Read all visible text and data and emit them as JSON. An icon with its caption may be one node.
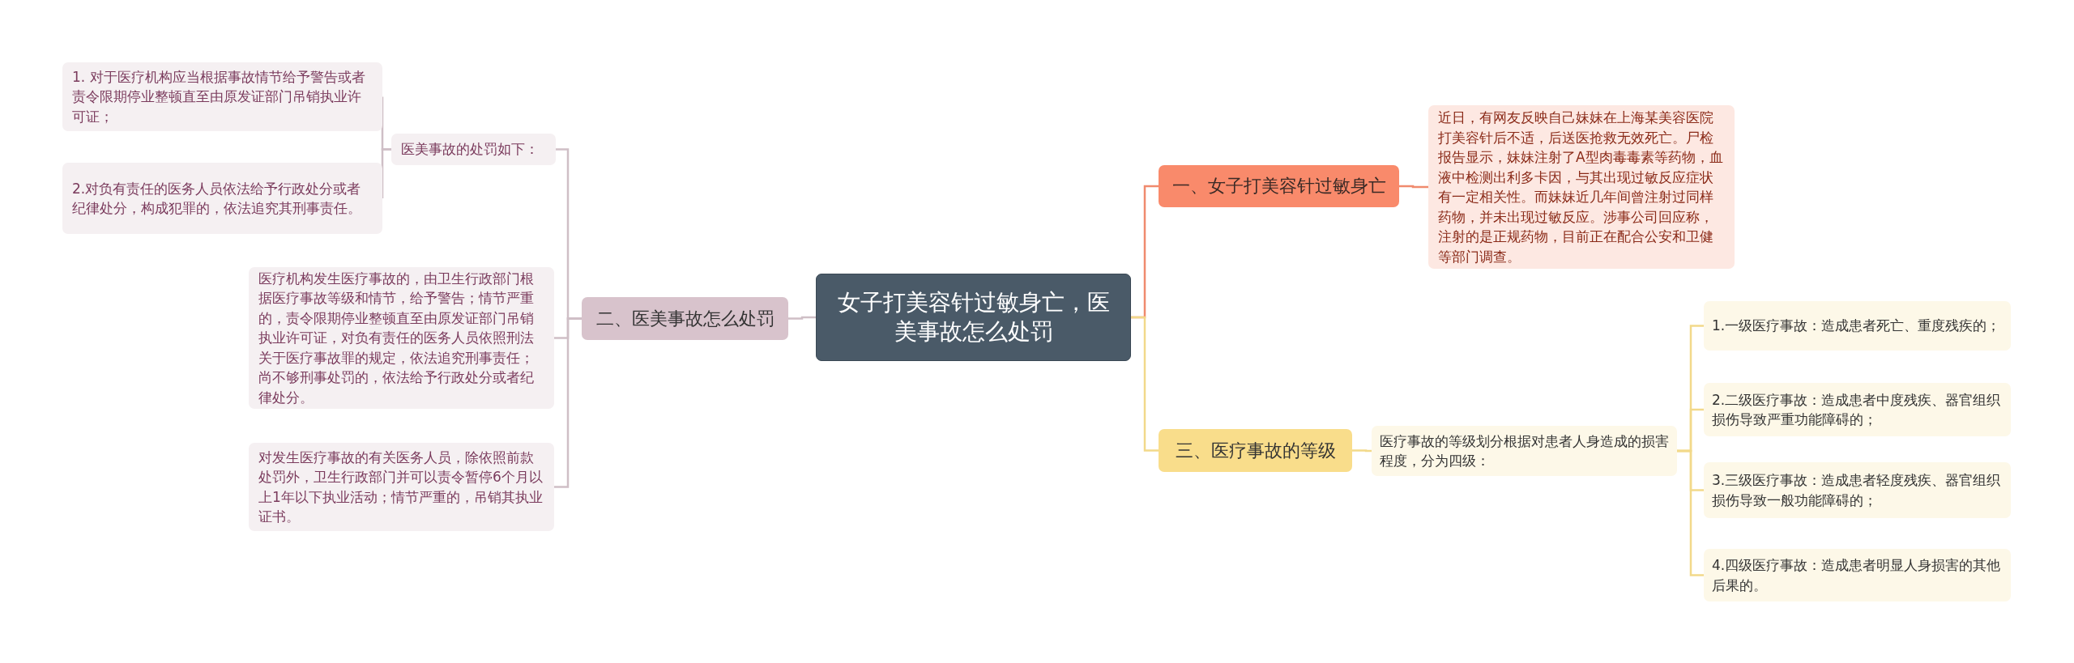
{
  "diagram": {
    "nodes": [
      {
        "text": [
          "女子打美容针过敏身亡，医美事故怎么处罚"
        ]
      },
      {
        "text": [
          "一、女子打美容针过敏身亡"
        ]
      },
      {
        "text": [
          "近日，有网友反映自己妹妹在上海某美容医院打美容针后不适，后送医抢救无效死亡。尸检报告显示，妹妹注射了A型肉毒毒素等药物，血液中检测出利多卡因，与其出现过敏反应症状有一定相关性。而妹妹近几年间曾注射过同样药物，并未出现过敏反应。涉事公司回应称，注射的是正规药物，目前正在配合公安和卫健等部门调查。"
        ]
      },
      {
        "text": [
          "二、医美事故怎么处罚"
        ]
      },
      {
        "text": [
          "医美事故的处罚如下："
        ]
      },
      {
        "text": [
          "1. 对于医疗机构应当根据事故情节给予警告或者责令限期停业整顿直至由原发证部门吊销执业许可证；"
        ]
      },
      {
        "text": [
          "2.对负有责任的医务人员依法给予行政处分或者纪律处分，构成犯罪的，依法追究其刑事责任。"
        ]
      },
      {
        "text": [
          "医疗机构发生医疗事故的，由卫生行政部门根据医疗事故等级和情节，给予警告；情节严重的，责令限期停业整顿直至由原发证部门吊销执业许可证，对负有责任的医务人员依照刑法关于医疗事故罪的规定，依法追究刑事责任；尚不够刑事处罚的，依法给予行政处分或者纪律处分。"
        ]
      },
      {
        "text": [
          "对发生医疗事故的有关医务人员，除依照前款处罚外，卫生行政部门并可以责令暂停6个月以上1年以下执业活动；情节严重的，吊销其执业证书。"
        ]
      },
      {
        "text": [
          "三、医疗事故的等级"
        ]
      },
      {
        "text": [
          "医疗事故的等级划分根据对患者人身造成的损害程度，分为四级："
        ]
      },
      {
        "text": [
          "1.一级医疗事故：造成患者死亡、重度残疾的；"
        ]
      },
      {
        "text": [
          "2.二级医疗事故：造成患者中度残疾、器官组织损伤导致严重功能障碍的；"
        ]
      },
      {
        "text": [
          "3.三级医疗事故：造成患者轻度残疾、器官组织损伤导致一般功能障碍的；"
        ]
      },
      {
        "text": [
          "4.四级医疗事故：造成患者明显人身损害的其他后果的。"
        ]
      }
    ],
    "edges": [
      {
        "from": 0,
        "to": 1,
        "arrow": "none",
        "color": "#f08a6e"
      },
      {
        "from": 1,
        "to": 2,
        "arrow": "none",
        "color": "#f08a6e"
      },
      {
        "from": 0,
        "to": 3,
        "arrow": "none"
      },
      {
        "from": 3,
        "to": 4,
        "arrow": "none"
      },
      {
        "from": 4,
        "to": 5,
        "arrow": "none"
      },
      {
        "from": 4,
        "to": 6,
        "arrow": "none"
      },
      {
        "from": 3,
        "to": 7,
        "arrow": "none"
      },
      {
        "from": 3,
        "to": 8,
        "arrow": "none"
      },
      {
        "from": 0,
        "to": 9,
        "arrow": "none",
        "color": "#f2d98a"
      },
      {
        "from": 9,
        "to": 10,
        "arrow": "none",
        "color": "#f2d98a"
      },
      {
        "from": 10,
        "to": 11,
        "arrow": "none",
        "color": "#f2d98a"
      },
      {
        "from": 10,
        "to": 12,
        "arrow": "none",
        "color": "#f2d98a"
      },
      {
        "from": 10,
        "to": 13,
        "arrow": "none",
        "color": "#f2d98a"
      },
      {
        "from": 10,
        "to": 14,
        "arrow": "none",
        "color": "#f2d98a"
      }
    ]
  }
}
